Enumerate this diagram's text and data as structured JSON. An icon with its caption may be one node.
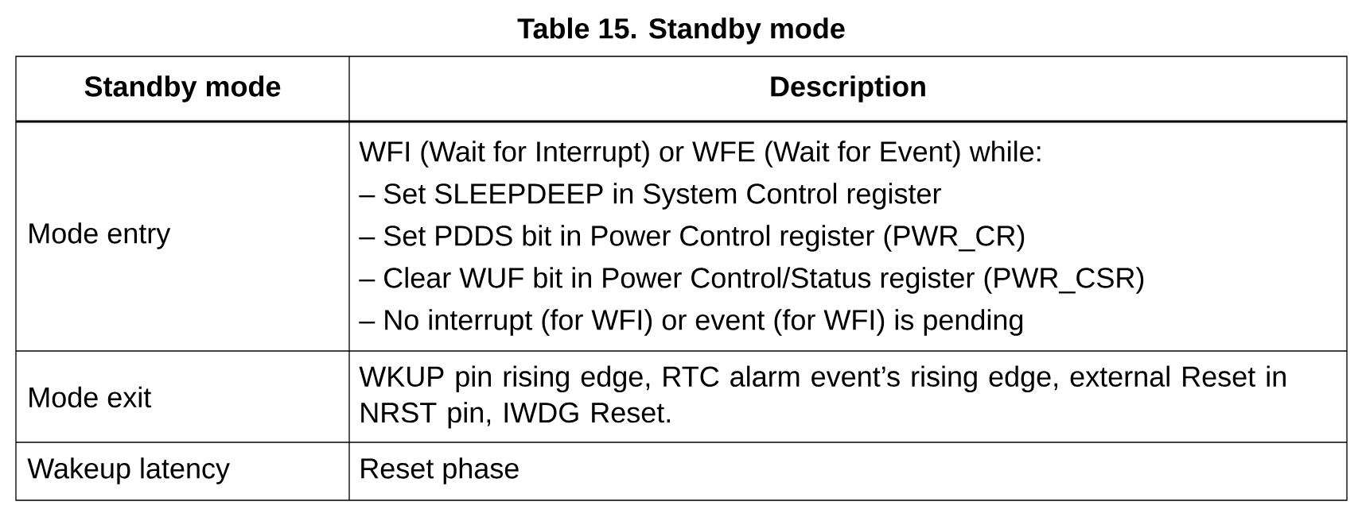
{
  "diagram": {
    "title": "Table 15. Standby mode",
    "labels": [
      "Standby mode",
      "Description",
      "Mode entry",
      "WFI (Wait for Interrupt) or WFE (Wait for Event) while:",
      "– Set SLEEPDEEP in System Control register",
      "– Set PDDS bit in Power Control register (PWR_CR)",
      "– Clear WUF bit in Power Control/Status register (PWR_CSR)",
      "– No interrupt (for WFI) or event (for WFI) is pending",
      "Mode exit",
      "WKUP pin rising edge, RTC alarm event’s rising edge, external Reset in NRST pin, IWDG Reset.",
      "Wakeup latency",
      "Reset phase"
    ]
  }
}
